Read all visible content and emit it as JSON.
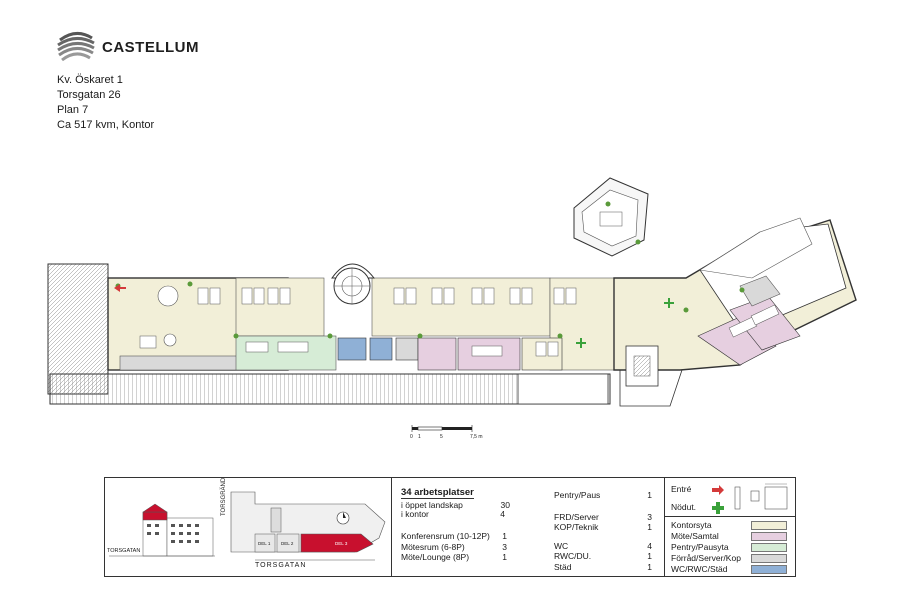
{
  "brand": {
    "name": "CASTELLUM"
  },
  "address": {
    "line1": "Kv. Öskaret 1",
    "line2": "Torsgatan 26",
    "line3": "Plan 7",
    "line4": "Ca 517 kvm, Kontor"
  },
  "scale": {
    "t0": "0",
    "t1": "1",
    "t5": "5",
    "t75": "7,5 m"
  },
  "mini_map": {
    "street1": "TORSGATAN",
    "street2": "TORSGRÄND",
    "street3": "TORSGATAN",
    "del1": "DEL 1",
    "del2": "DEL 2",
    "del3": "DEL 3"
  },
  "stats": {
    "heading": "34 arbetsplatser",
    "rows": [
      {
        "label": "i öppet landskap",
        "value": "30"
      },
      {
        "label": "i kontor",
        "value": "4"
      },
      {
        "label": "Konferensrum (10-12P)",
        "value": "1"
      },
      {
        "label": "Mötesrum (6-8P)",
        "value": "3"
      },
      {
        "label": "Möte/Lounge (8P)",
        "value": "1"
      }
    ],
    "rows2": [
      {
        "label": "Pentry/Paus",
        "value": "1"
      },
      {
        "label": "FRD/Server",
        "value": "3"
      },
      {
        "label": "KOP/Teknik",
        "value": "1"
      },
      {
        "label": "WC",
        "value": "4"
      },
      {
        "label": "RWC/DU.",
        "value": "1"
      },
      {
        "label": "Städ",
        "value": "1"
      }
    ]
  },
  "legend": {
    "entry": "Entré",
    "emergency": "Nödut.",
    "items": [
      {
        "label": "Kontorsyta",
        "color": "#f2efd8"
      },
      {
        "label": "Möte/Samtal",
        "color": "#e6cfe0"
      },
      {
        "label": "Pentry/Pausyta",
        "color": "#d6ecd6"
      },
      {
        "label": "Förråd/Server/Kop",
        "color": "#d9d9d9"
      },
      {
        "label": "WC/RWC/Städ",
        "color": "#8fb0d6"
      }
    ]
  },
  "colors": {
    "office": "#f2efd8",
    "meeting": "#e6cfe0",
    "pentry": "#d6ecd6",
    "storage": "#d9d9d9",
    "wc": "#8fb0d6",
    "highlight": "#c8102e",
    "entry_arrow": "#d43a3a",
    "exit_arrow": "#3aa13a"
  }
}
